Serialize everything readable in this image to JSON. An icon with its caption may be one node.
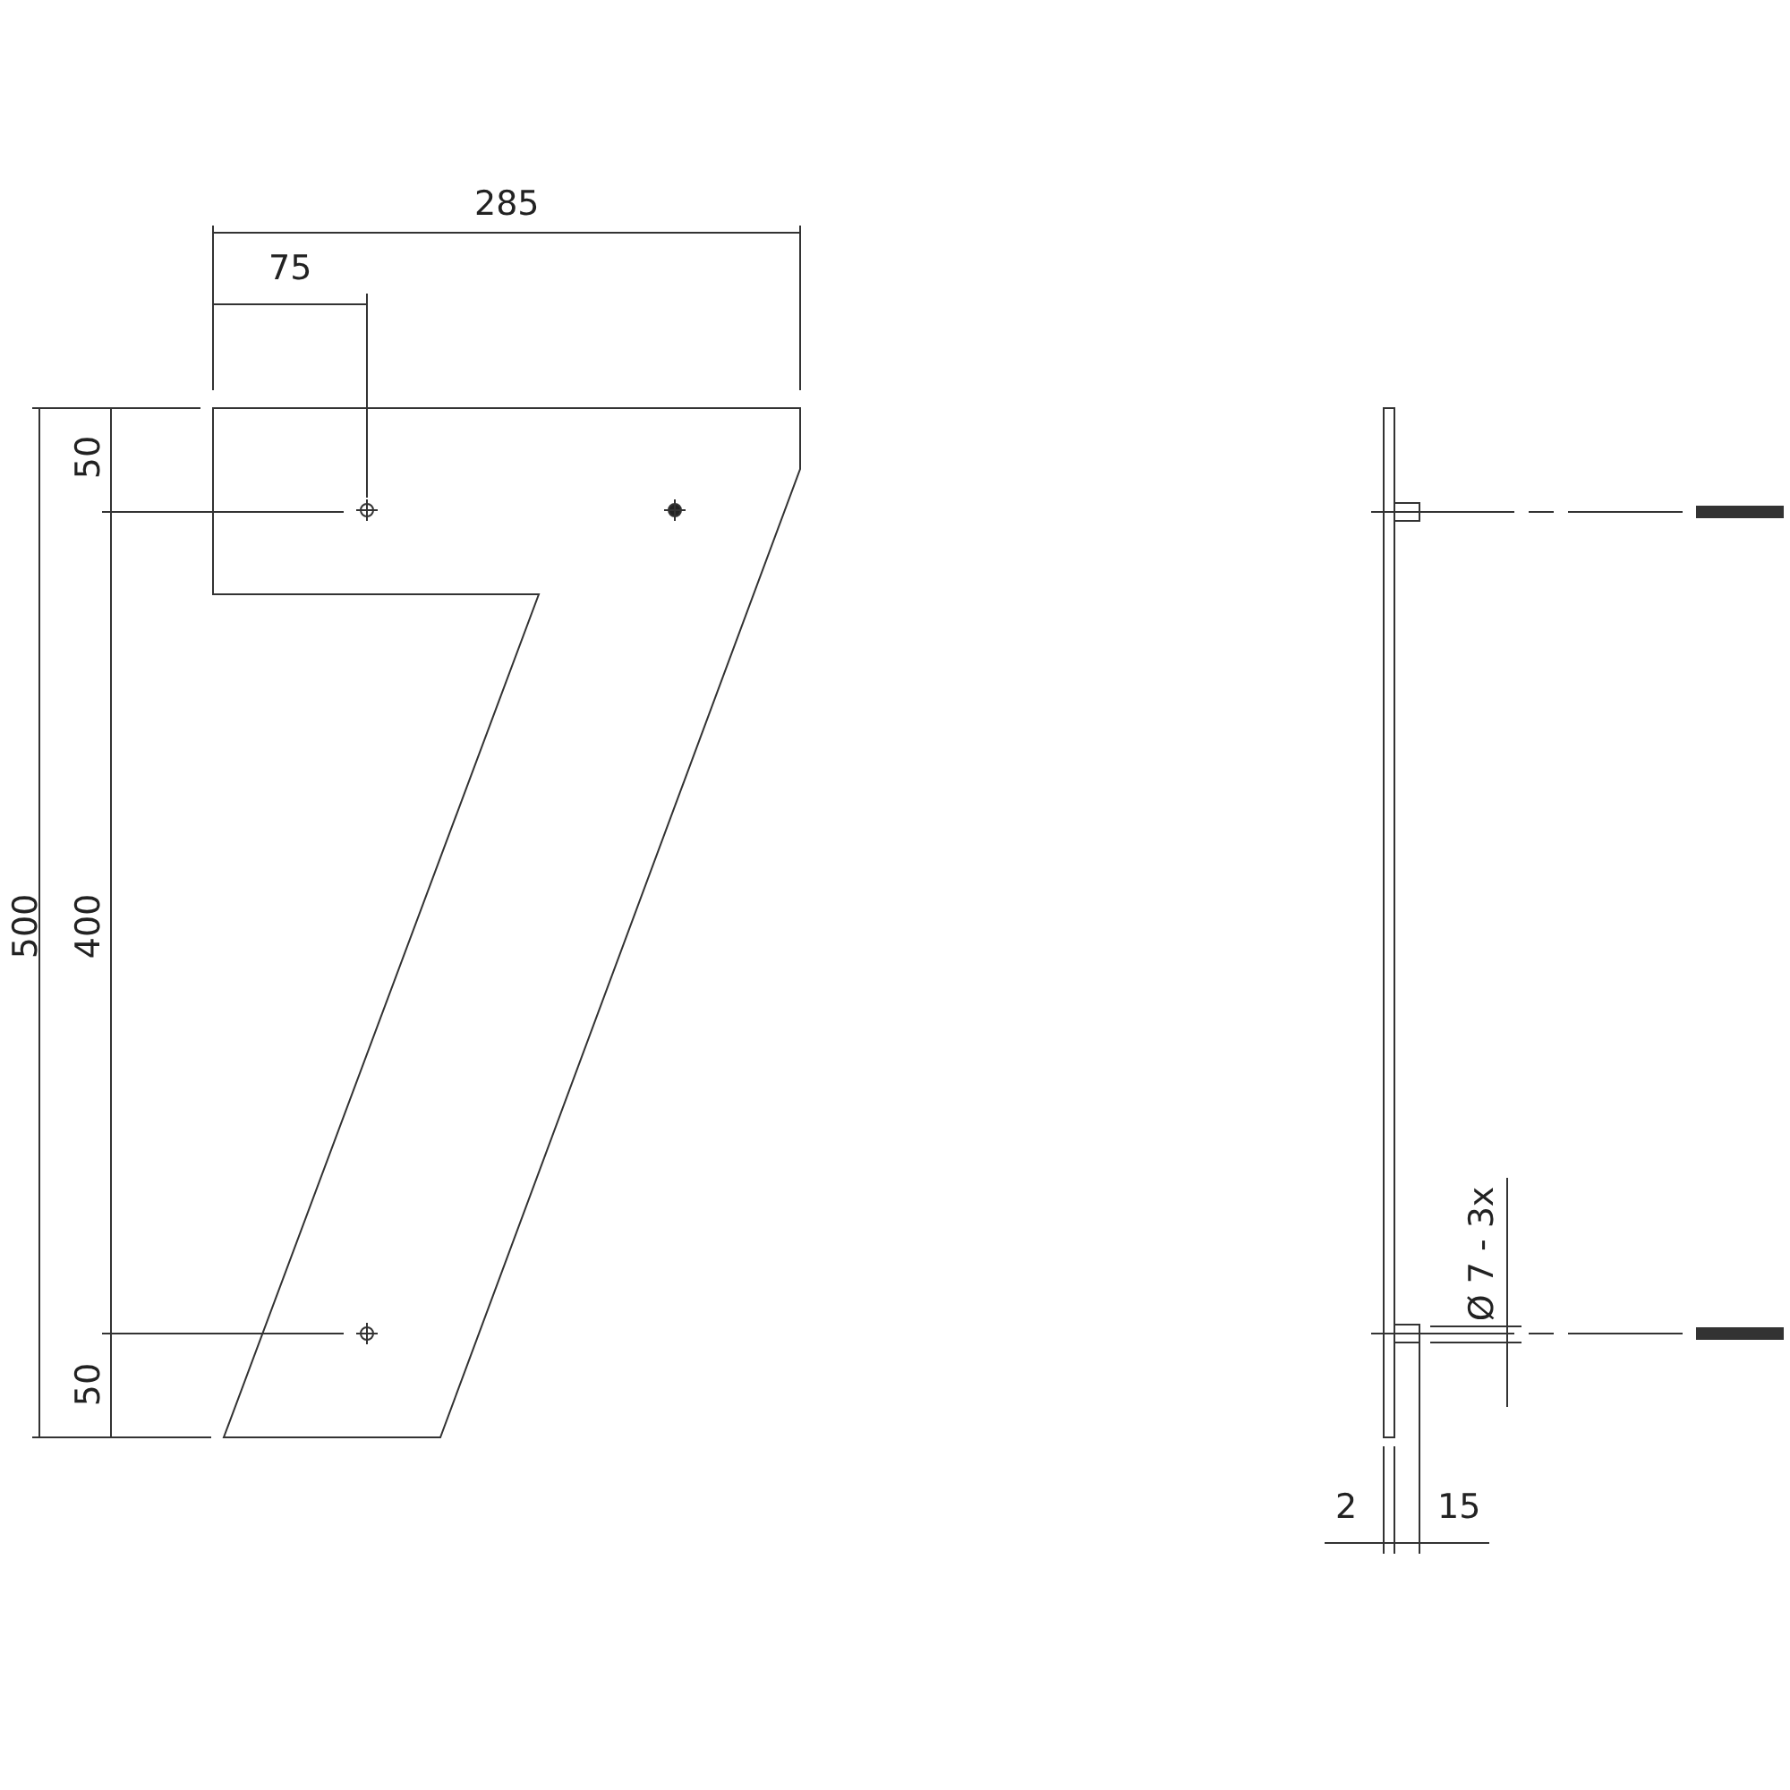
{
  "diagram": {
    "labels": [
      "285",
      "75",
      "50",
      "500",
      "400",
      "50",
      "Ø 7 - 3x",
      "2",
      "15"
    ]
  }
}
